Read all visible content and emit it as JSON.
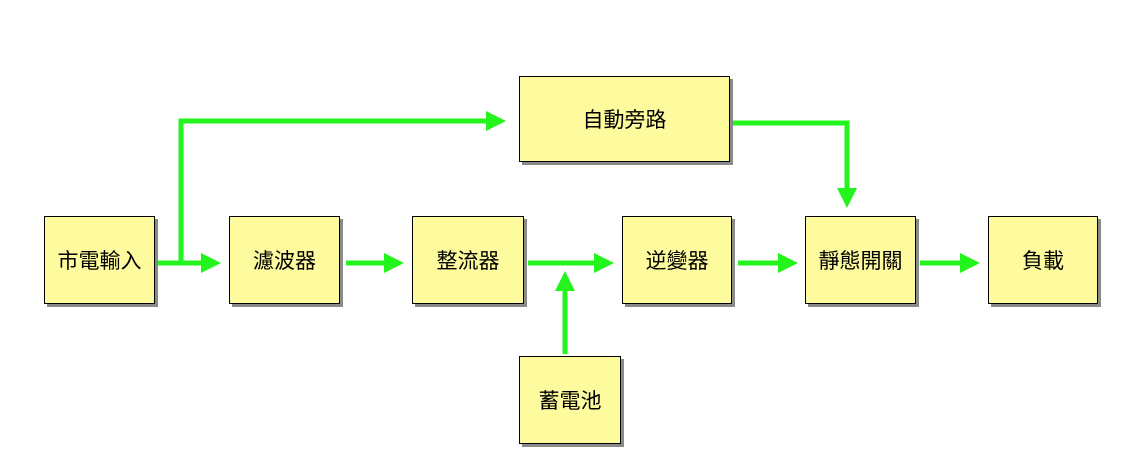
{
  "colors": {
    "box_fill": "#fefa9e",
    "box_border": "#000000",
    "arrow": "#23f41c"
  },
  "blocks": {
    "bypass": "自動旁路",
    "mains_input": "市電輸入",
    "filter": "濾波器",
    "rectifier": "整流器",
    "inverter": "逆變器",
    "static_switch": "靜態開關",
    "load": "負載",
    "battery": "蓄電池"
  }
}
